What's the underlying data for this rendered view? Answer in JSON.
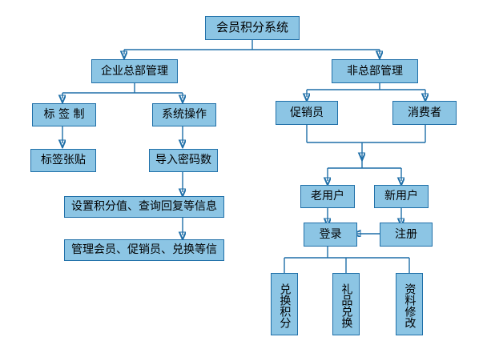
{
  "diagram": {
    "title": "会员积分系统",
    "theme": {
      "node_fill": "#8CC5E4",
      "node_border": "#1F6FA8",
      "connector": "#1F6FA8",
      "background": "#FFFFFF",
      "text": "#000000"
    },
    "nodes": {
      "root": "会员积分系统",
      "hq_management": "企业总部管理",
      "non_hq_management": "非总部管理",
      "label_making": "标 签 制",
      "system_operation": "系统操作",
      "label_posting": "标签张贴",
      "import_password": "导入密码数",
      "set_points_query": "设置积分值、查询回复等信息",
      "manage_members": "管理会员、促销员、兑换等信",
      "promoter": "促销员",
      "consumer": "消费者",
      "old_user": "老用户",
      "new_user": "新用户",
      "login": "登录",
      "register": "注册",
      "exchange_points": "兑换积分",
      "gift_exchange": "礼品兑换",
      "profile_edit": "资料修改"
    }
  }
}
